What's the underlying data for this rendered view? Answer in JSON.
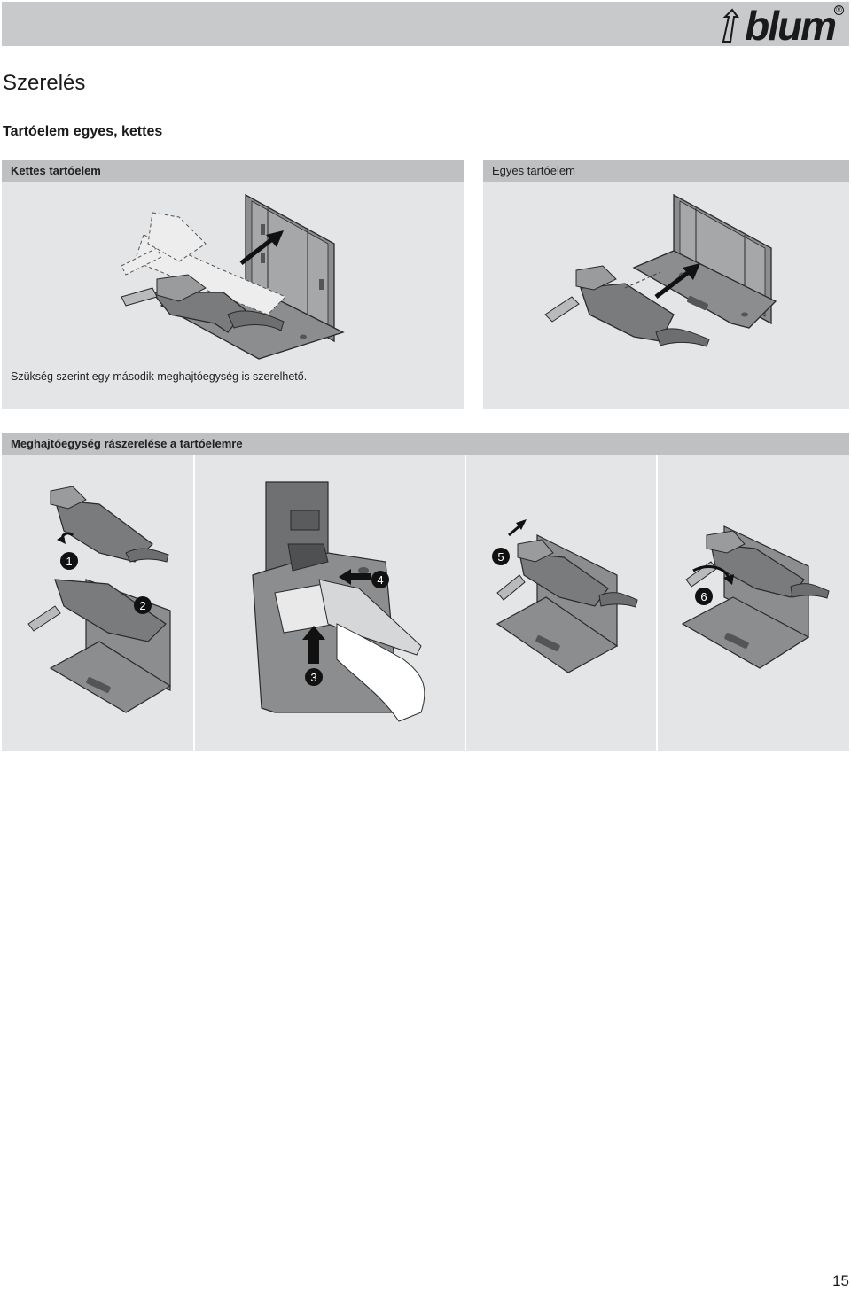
{
  "brand": {
    "logo_text": "blum",
    "registered_mark": "®"
  },
  "page": {
    "title": "Szerelés",
    "number": "15"
  },
  "section": {
    "title": "Tartóelem egyes, kettes"
  },
  "panels": {
    "double": {
      "header": "Kettes tartóelem",
      "caption": "Szükség szerint egy második meghajtóegység is szerelhető."
    },
    "single": {
      "header": "Egyes tartóelem"
    },
    "mounting": {
      "header": "Meghajtóegység rászerelése a tartóelemre",
      "steps": [
        "1",
        "2",
        "3",
        "4",
        "5",
        "6"
      ]
    }
  },
  "product_label": "blum"
}
